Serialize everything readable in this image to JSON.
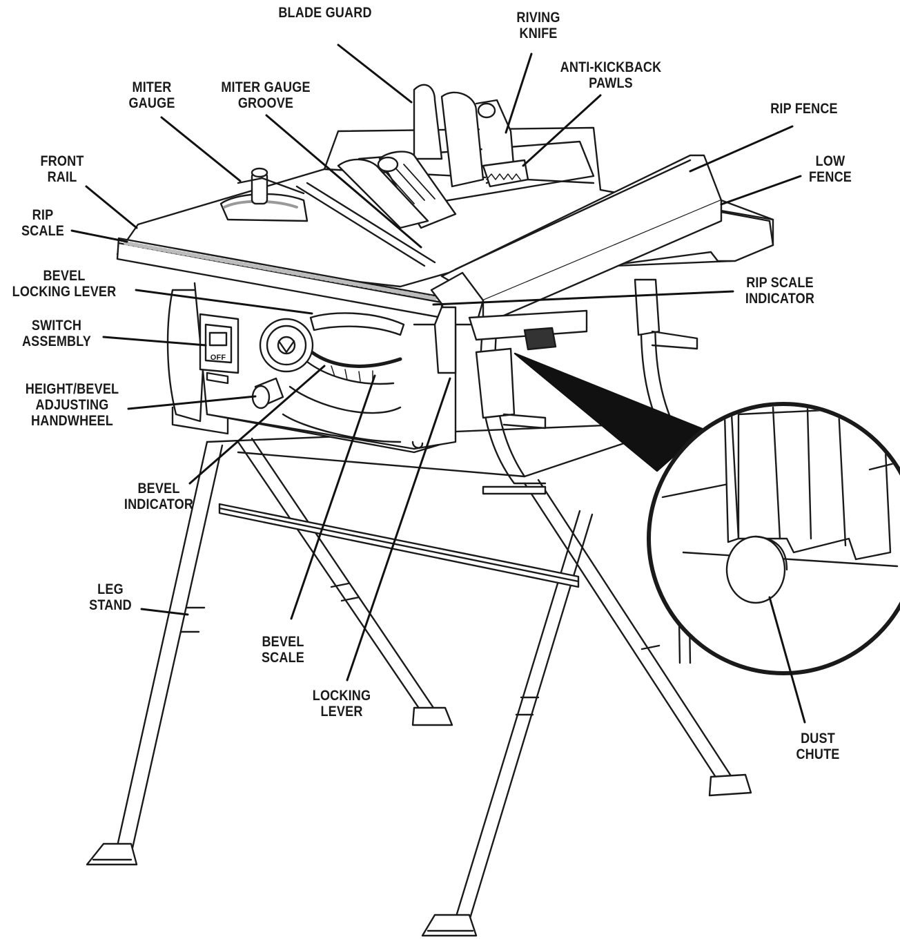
{
  "labels": {
    "blade_guard": "BLADE GUARD",
    "riving_knife": "RIVING\nKNIFE",
    "anti_kickback_pawls": "ANTI-KICKBACK\nPAWLS",
    "miter_gauge": "MITER\nGAUGE",
    "miter_gauge_groove": "MITER GAUGE\nGROOVE",
    "rip_fence": "RIP FENCE",
    "front_rail": "FRONT\nRAIL",
    "low_fence": "LOW\nFENCE",
    "rip_scale": "RIP\nSCALE",
    "bevel_locking_lever": "BEVEL\nLOCKING LEVER",
    "rip_scale_indicator": "RIP SCALE\nINDICATOR",
    "switch_assembly": "SWITCH\nASSEMBLY",
    "height_bevel_handwheel": "HEIGHT/BEVEL\nADJUSTING\nHANDWHEEL",
    "bevel_indicator": "BEVEL\nINDICATOR",
    "leg_stand": "LEG\nSTAND",
    "bevel_scale": "BEVEL\nSCALE",
    "locking_lever": "LOCKING\nLEVER",
    "dust_chute": "DUST\nCHUTE"
  },
  "switch_text": "OFF",
  "colors": {
    "line": "#1a1a1a",
    "fill": "#ffffff",
    "shade": "#dcdcdc",
    "pointer": "#111111"
  }
}
